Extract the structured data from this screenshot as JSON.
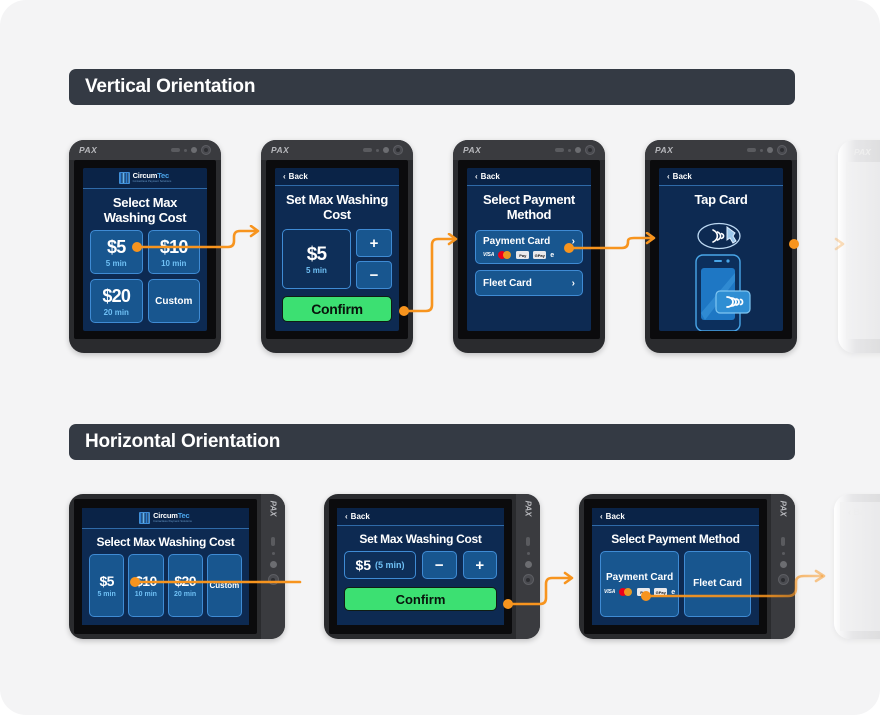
{
  "sections": {
    "vertical": {
      "title": "Vertical Orientation"
    },
    "horizontal": {
      "title": "Horizontal Orientation"
    }
  },
  "brand": {
    "device_logo": "PAX",
    "app_logo_name": "Circum",
    "app_logo_name_accent": "Tec",
    "app_logo_tagline": "Contactless Payment Solutions"
  },
  "common": {
    "back_label": "Back",
    "back_chevron": "‹",
    "row_chevron": "›",
    "plus": "+",
    "minus": "−"
  },
  "card_logos": [
    {
      "name": "visa-logo",
      "text": "VISA"
    },
    {
      "name": "mastercard-logo",
      "text": ""
    },
    {
      "name": "apple-pay-logo",
      "text": "Pay"
    },
    {
      "name": "google-pay-logo",
      "text": "GPay"
    },
    {
      "name": "discover-logo",
      "text": "e"
    }
  ],
  "vertical_screens": [
    {
      "id": "select-max-washing-cost",
      "title": "Select Max Washing Cost",
      "tiles": [
        {
          "amount": "$5",
          "duration": "5 min"
        },
        {
          "amount": "$10",
          "duration": "10 min"
        },
        {
          "amount": "$20",
          "duration": "20 min"
        },
        {
          "amount": "Custom",
          "duration": ""
        }
      ]
    },
    {
      "id": "set-max-washing-cost",
      "title": "Set Max Washing Cost",
      "amount": "$5",
      "duration": "5 min",
      "confirm_label": "Confirm"
    },
    {
      "id": "select-payment-method",
      "title": "Select Payment Method",
      "payment_card_label": "Payment Card",
      "fleet_card_label": "Fleet Card"
    },
    {
      "id": "tap-card",
      "title": "Tap Card"
    }
  ],
  "horizontal_screens": [
    {
      "id": "select-max-washing-cost-h",
      "title": "Select Max Washing Cost",
      "tiles": [
        {
          "amount": "$5",
          "duration": "5 min"
        },
        {
          "amount": "$10",
          "duration": "10 min"
        },
        {
          "amount": "$20",
          "duration": "20 min"
        },
        {
          "amount": "Custom",
          "duration": ""
        }
      ]
    },
    {
      "id": "set-max-washing-cost-h",
      "title": "Set Max Washing Cost",
      "amount": "$5",
      "duration": "(5 min)",
      "confirm_label": "Confirm"
    },
    {
      "id": "select-payment-method-h",
      "title": "Select Payment Method",
      "payment_card_label": "Payment Card",
      "fleet_card_label": "Fleet Card"
    }
  ],
  "colors": {
    "page_background": "#f4f4f5",
    "section_bar": "#343a44",
    "device_body": "#2a2b2e",
    "device_bezel": "#3a3b3f",
    "screen_background": "#0d2a52",
    "tile_fill": "#18568f",
    "tile_border": "#3f8bd4",
    "accent_blue": "#6fc0f5",
    "confirm_green": "#3ce072",
    "connector_orange": "#f7941e"
  }
}
